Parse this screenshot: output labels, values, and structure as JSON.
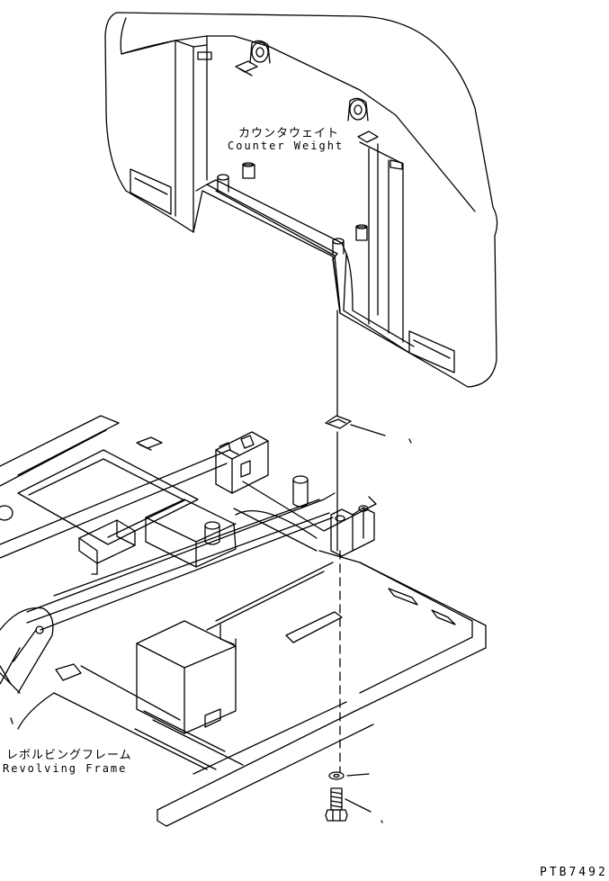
{
  "labels": {
    "counterweight_jp": "カウンタウェイト",
    "counterweight_en": "Counter Weight",
    "frame_jp": "レボルビングフレーム",
    "frame_en": "Revolving Frame",
    "drawing_code": "PTB7492"
  },
  "colors": {
    "line": "#000000",
    "background": "#ffffff"
  }
}
